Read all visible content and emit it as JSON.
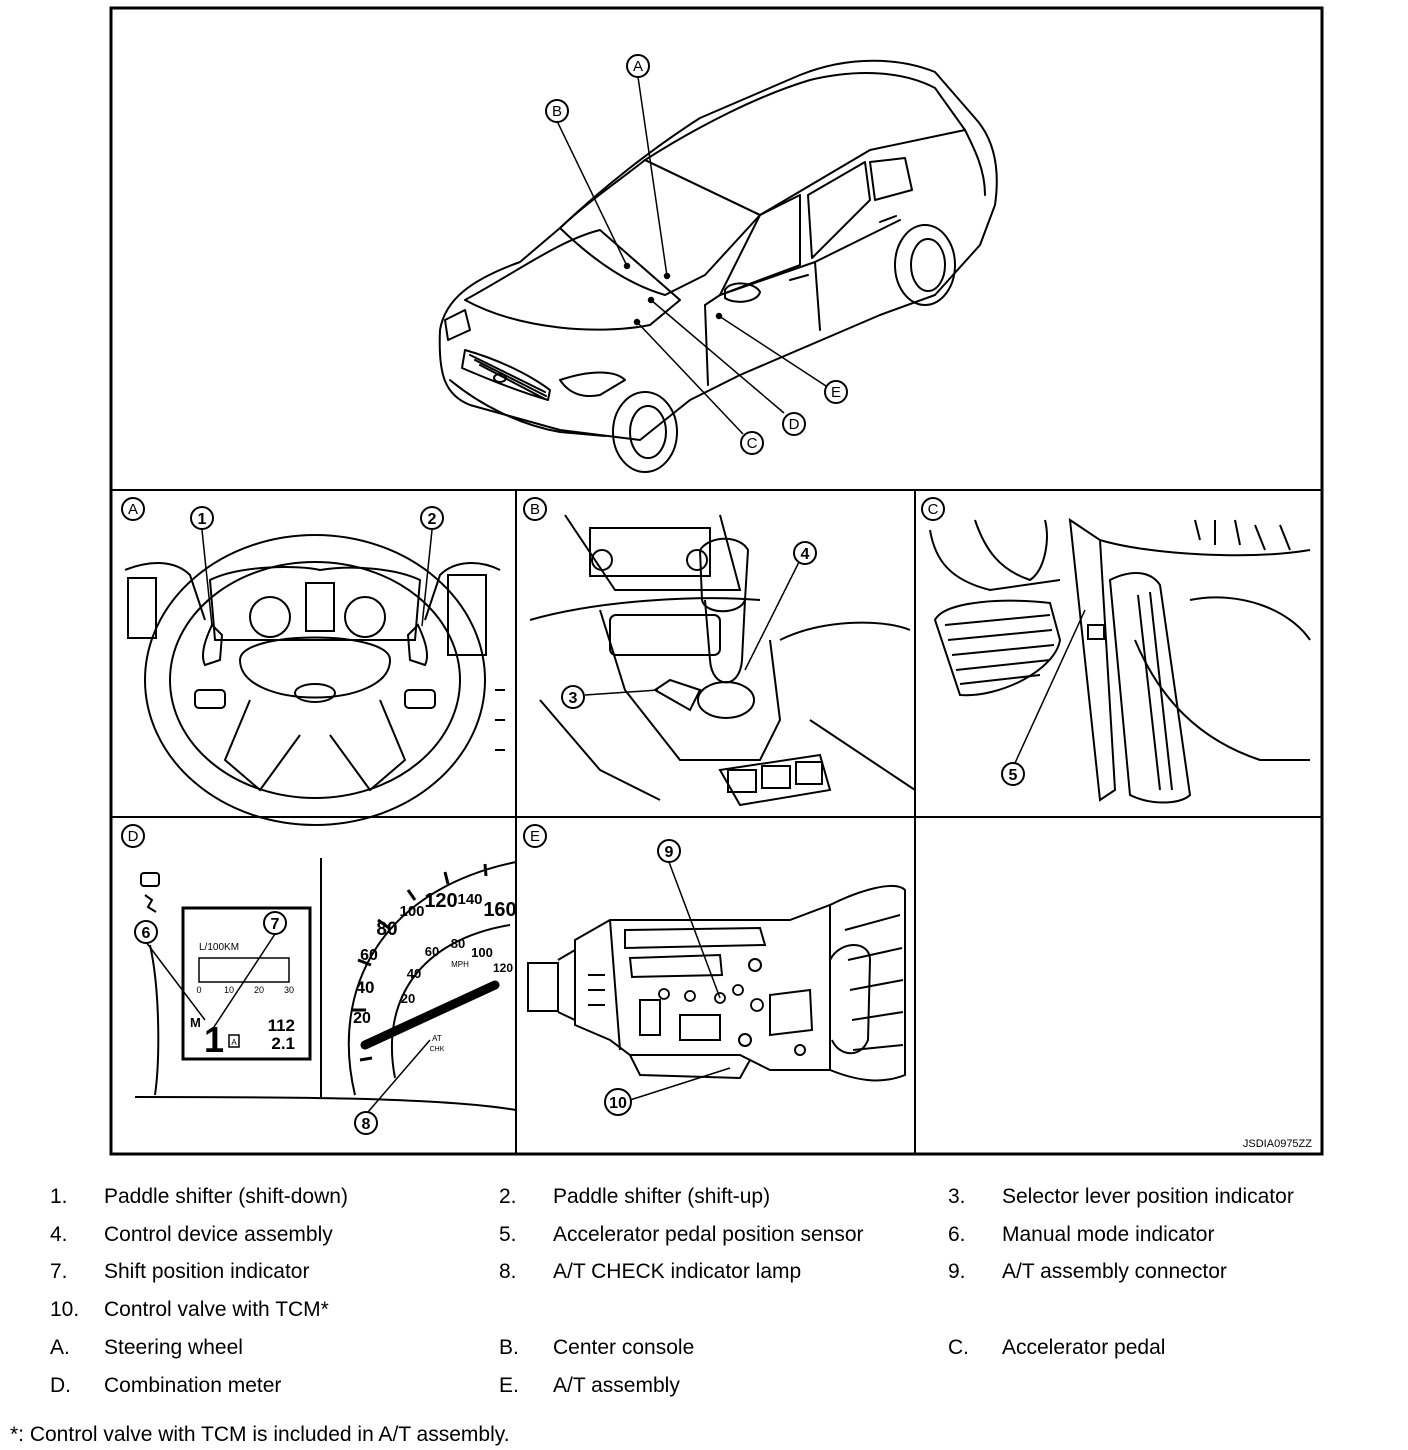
{
  "figure": {
    "figure_id": "JSDIA0975ZZ",
    "panels": [
      "A",
      "B",
      "C",
      "D",
      "E"
    ],
    "overview_callouts": [
      "A",
      "B",
      "C",
      "D",
      "E"
    ],
    "component_callouts": [
      "1",
      "2",
      "3",
      "4",
      "5",
      "6",
      "7",
      "8",
      "9",
      "10"
    ],
    "meter": {
      "fuel_unit": "L/100KM",
      "bar_ticks": [
        "0",
        "10",
        "20",
        "30"
      ],
      "mode_letter": "M",
      "gear": "1",
      "auto_box": "A",
      "odo": "112",
      "trip": "2.1",
      "speed_outer": [
        "20",
        "40",
        "60",
        "80",
        "100",
        "120",
        "140",
        "160"
      ],
      "speed_inner": [
        "20",
        "40",
        "60",
        "80",
        "100",
        "120"
      ],
      "speed_unit": "MPH",
      "at_label": "AT",
      "chk_label": "CHK"
    }
  },
  "legend": [
    {
      "num": "1.",
      "text": "Paddle shifter (shift-down)"
    },
    {
      "num": "2.",
      "text": "Paddle shifter (shift-up)"
    },
    {
      "num": "3.",
      "text": "Selector lever position indicator"
    },
    {
      "num": "4.",
      "text": "Control device assembly"
    },
    {
      "num": "5.",
      "text": "Accelerator pedal position sensor"
    },
    {
      "num": "6.",
      "text": "Manual mode indicator"
    },
    {
      "num": "7.",
      "text": "Shift position indicator"
    },
    {
      "num": "8.",
      "text": "A/T CHECK indicator lamp"
    },
    {
      "num": "9.",
      "text": "A/T assembly connector"
    },
    {
      "num": "10.",
      "text": "Control valve with TCM*"
    },
    {
      "num": "A.",
      "text": "Steering wheel"
    },
    {
      "num": "B.",
      "text": "Center console"
    },
    {
      "num": "C.",
      "text": "Accelerator pedal"
    },
    {
      "num": "D.",
      "text": "Combination meter"
    },
    {
      "num": "E.",
      "text": "A/T assembly"
    }
  ],
  "footnote": "*: Control valve with TCM is included in A/T assembly."
}
